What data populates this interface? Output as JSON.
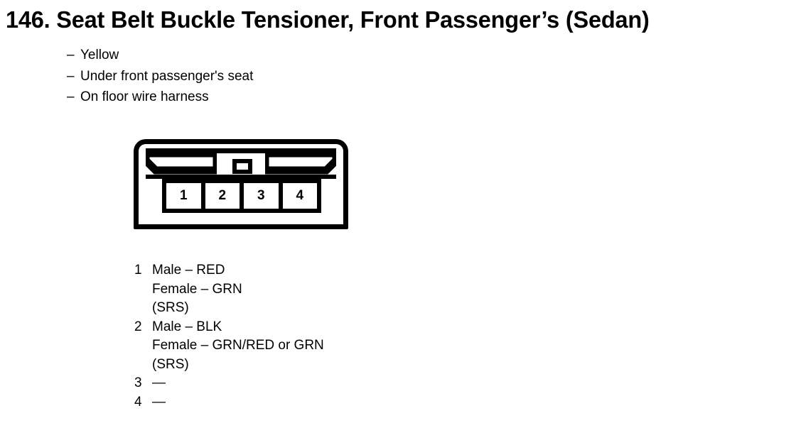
{
  "page": {
    "number": "146.",
    "title": "146. Seat Belt Buckle Tensioner, Front Passenger’s (Sedan)",
    "title_text": "Seat Belt Buckle Tensioner, Front Passenger’s (Sedan)"
  },
  "locations": {
    "dash": "–",
    "items": [
      "Yellow",
      "Under front passenger's seat",
      "On floor wire harness"
    ]
  },
  "connector": {
    "type": "4-pin wiring connector face view",
    "pin_count": 4,
    "pin_labels": [
      "1",
      "2",
      "3",
      "4"
    ]
  },
  "pinout": [
    {
      "pin": "1",
      "lines": [
        "Male – RED",
        "Female – GRN",
        "(SRS)"
      ]
    },
    {
      "pin": "2",
      "lines": [
        "Male – BLK",
        "Female – GRN/RED or GRN",
        "(SRS)"
      ]
    },
    {
      "pin": "3",
      "lines": [
        "—"
      ]
    },
    {
      "pin": "4",
      "lines": [
        "—"
      ]
    }
  ],
  "colors": {
    "ink": "#000000",
    "paper": "#ffffff"
  }
}
